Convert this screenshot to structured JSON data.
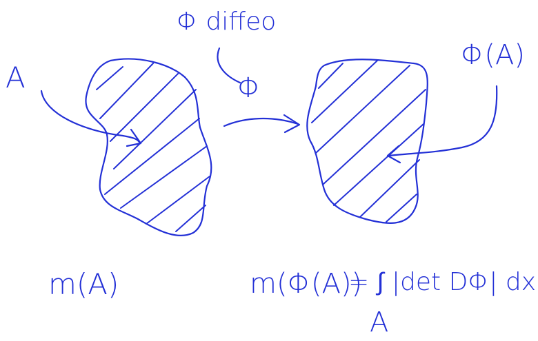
{
  "labels": {
    "set_a": "A",
    "phi_diffeo": "Φ diffeo",
    "phi_map": "Φ",
    "phi_of_a": "Φ(A)"
  },
  "formulas": {
    "measure_a": "m(A)",
    "measure_phi_a_lhs": "m(Φ(A))",
    "measure_phi_a_rhs": "= ∫ |det DΦ| dx",
    "integral_domain": "A"
  },
  "colors": {
    "ink": "#2330d6",
    "background": "#ffffff"
  }
}
